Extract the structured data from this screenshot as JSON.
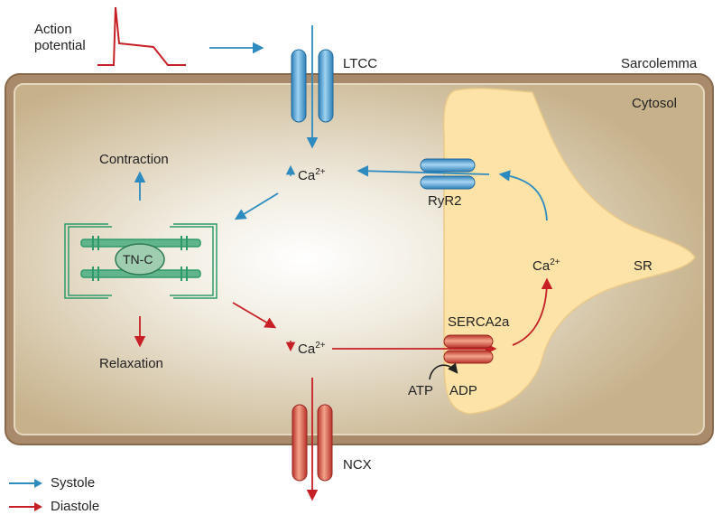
{
  "labels": {
    "action_potential_line1": "Action",
    "action_potential_line2": "potential",
    "ltcc": "LTCC",
    "sarcolemma": "Sarcolemma",
    "cytosol": "Cytosol",
    "contraction": "Contraction",
    "ca_up": "Ca",
    "ca_up_charge": "2+",
    "ryr2": "RyR2",
    "tnc": "TN-C",
    "ca_sr": "Ca",
    "ca_sr_charge": "2+",
    "sr": "SR",
    "relaxation": "Relaxation",
    "ca_down": "Ca",
    "ca_down_charge": "2+",
    "serca2a": "SERCA2a",
    "atp": "ATP",
    "adp": "ADP",
    "ncx": "NCX"
  },
  "legend": [
    {
      "label": "Systole",
      "color": "#2e8bc0"
    },
    {
      "label": "Diastole",
      "color": "#c62026"
    }
  ],
  "colors": {
    "systole_blue": "#2e8bc0",
    "diastole_red": "#c62026",
    "membrane": "#a07c5c",
    "cytosol": "#c9b48e",
    "sr": "#fde3a7",
    "myofilament": "#2e9a6a"
  }
}
